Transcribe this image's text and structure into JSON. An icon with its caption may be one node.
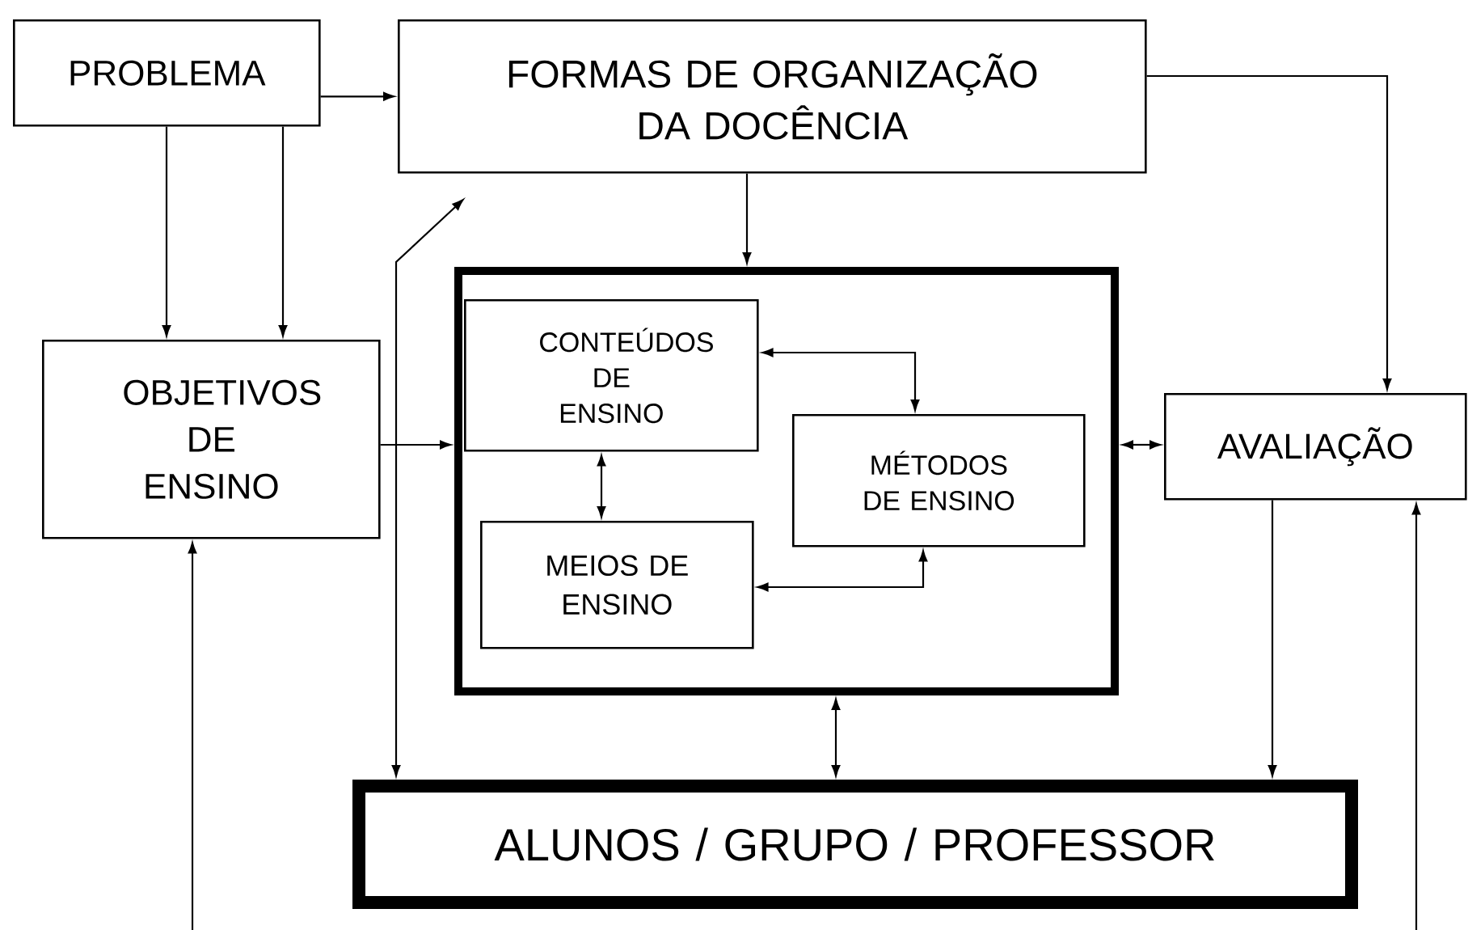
{
  "diagram": {
    "nodes": [
      {
        "text": [
          "PROBLEMA"
        ]
      },
      {
        "text": [
          "FORMAS DE ORGANIZAÇÃO DA DOCÊNCIA"
        ]
      },
      {
        "text": [],
        "shape": "box"
      },
      {
        "text": [
          "CONTEÚDOS DE ENSINO"
        ],
        "in": 2
      },
      {
        "text": [
          "MÉTODOS DE ENSINO"
        ],
        "in": 2
      },
      {
        "text": [
          "MEIOS DE ENSINO"
        ],
        "in": 2
      },
      {
        "text": [
          "OBJETIVOS DE ENSINO"
        ]
      },
      {
        "text": [
          "AVALIAÇÃO"
        ]
      },
      {
        "text": [
          "ALUNOS / GRUPO / PROFESSOR"
        ]
      }
    ],
    "edges": [
      {
        "from": 0,
        "to": 1,
        "arrow": "to"
      },
      {
        "from": 0,
        "to": 6,
        "arrow": "to"
      },
      {
        "from": 0,
        "to": 6,
        "arrow": "to"
      },
      {
        "from": 1,
        "to": 2,
        "arrow": "to"
      },
      {
        "from": 1,
        "to": 7,
        "arrow": "to"
      },
      {
        "from": 6,
        "to": 2,
        "arrow": "to"
      },
      {
        "from": null,
        "to": 8,
        "arrow": "both"
      },
      {
        "from": 3,
        "to": 4,
        "arrow": "both"
      },
      {
        "from": 3,
        "to": 5,
        "arrow": "both"
      },
      {
        "from": 5,
        "to": 4,
        "arrow": "both"
      },
      {
        "from": 2,
        "to": 7,
        "arrow": "both"
      },
      {
        "from": 2,
        "to": 8,
        "arrow": "both"
      },
      {
        "from": 7,
        "to": 8,
        "arrow": "to"
      },
      {
        "from": null,
        "to": 6,
        "arrow": "to"
      },
      {
        "from": null,
        "to": 7,
        "arrow": "to"
      }
    ]
  }
}
